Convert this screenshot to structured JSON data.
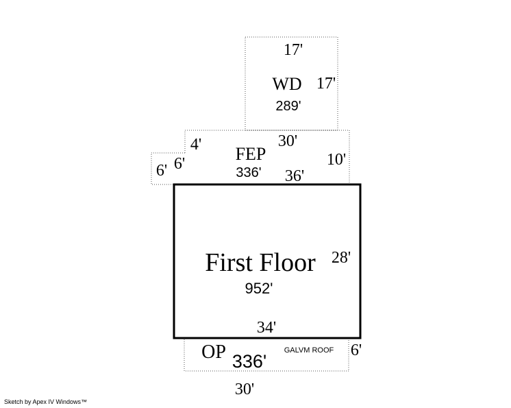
{
  "sketch": {
    "wd": {
      "label": "WD",
      "area": "289'",
      "top": "17'",
      "side": "17'"
    },
    "fep": {
      "label": "FEP",
      "area": "336'",
      "top": "30'",
      "bottom": "36'",
      "right": "10'",
      "step": "4'",
      "notch_left": "6'",
      "notch_right": "6'"
    },
    "first_floor": {
      "label": "First Floor",
      "area": "952'",
      "right": "28'",
      "bottom": "34'"
    },
    "op": {
      "label": "OP",
      "area": "336'",
      "note": "GALVM ROOF",
      "right": "6'",
      "bottom": "30'"
    }
  },
  "credit": "Sketch by Apex IV Windows™"
}
